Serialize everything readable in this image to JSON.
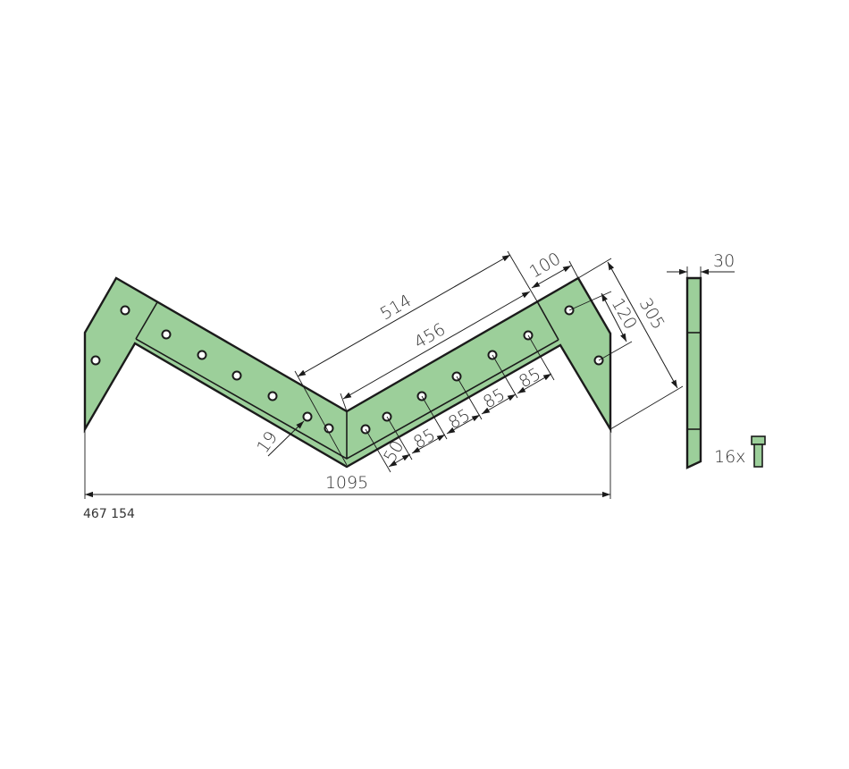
{
  "part_number": "467 154",
  "dimensions": {
    "overall_width": "1095",
    "outer_length": "514",
    "inner_length": "456",
    "wing_offset": "100",
    "wing_height": "305",
    "wing_hole_spacing": "120",
    "hole_diameter": "19",
    "first_hole_spacing": "50",
    "hole_spacing_1": "85",
    "hole_spacing_2": "85",
    "hole_spacing_3": "85",
    "hole_spacing_4": "85",
    "thickness": "30"
  },
  "bolt_quantity": "16x",
  "colors": {
    "part_fill": "#9ccf9a",
    "outline": "#1b1b1b"
  }
}
